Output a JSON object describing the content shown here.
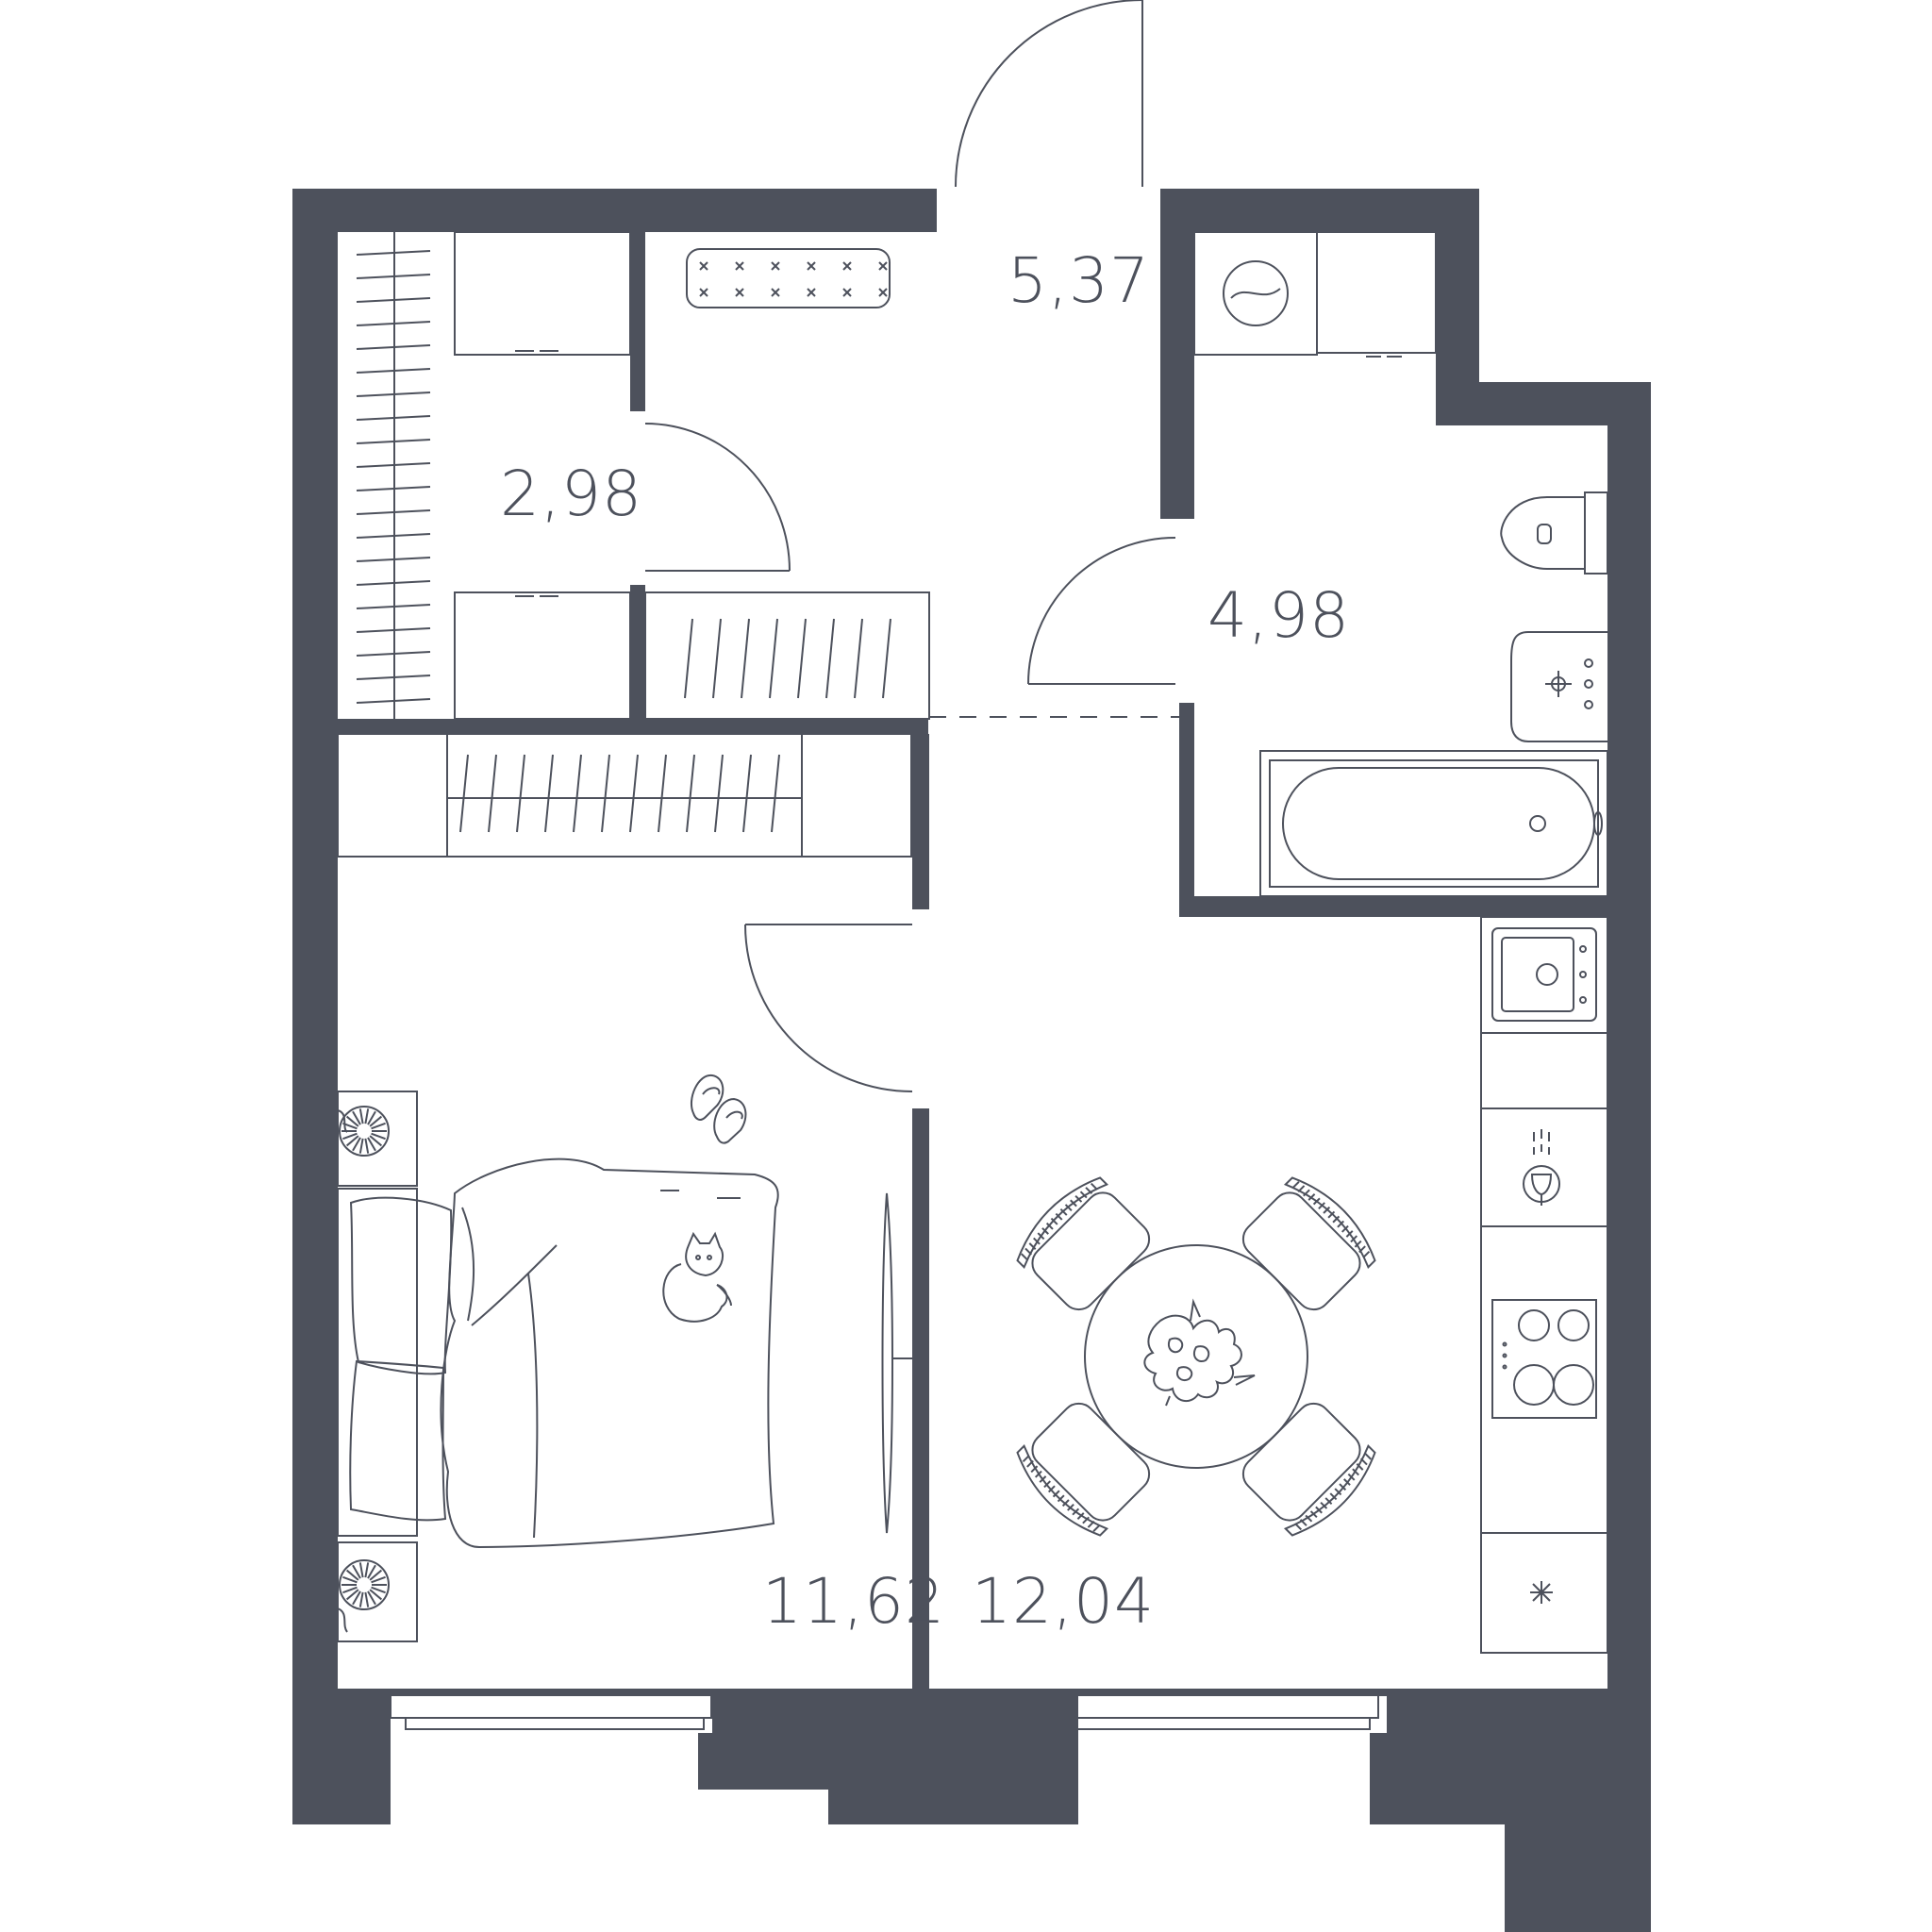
{
  "floor_plan": {
    "colors": {
      "wall": "#4d515c",
      "line": "#4d515c",
      "background": "#ffffff"
    },
    "rooms": [
      {
        "id": "entrance-hall",
        "area": "5,37"
      },
      {
        "id": "wardrobe",
        "area": "2,98"
      },
      {
        "id": "bathroom",
        "area": "4,98"
      },
      {
        "id": "bedroom",
        "area": "11,62"
      },
      {
        "id": "kitchen-living",
        "area": "12,04"
      }
    ],
    "icons": [
      "washing-machine-icon",
      "toilet-icon",
      "sink-icon",
      "bathtub-icon",
      "kitchen-sink-icon",
      "dishwasher-icon",
      "cooktop-icon",
      "fridge-icon",
      "bed-icon",
      "cat-icon",
      "slippers-icon",
      "nightstand-lamp-icon",
      "dining-table-icon",
      "dining-chair-icon",
      "flowers-icon",
      "mirror-icon",
      "shoe-rack-icon",
      "wardrobe-icon"
    ]
  }
}
